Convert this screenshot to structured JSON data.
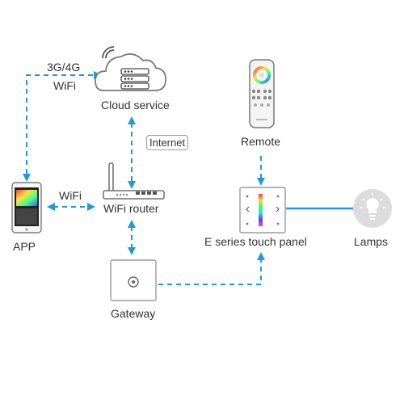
{
  "labels": {
    "cloud": "Cloud service",
    "remote": "Remote",
    "router": "WiFi router",
    "app": "APP",
    "panel": "E series touch panel",
    "lamps": "Lamps",
    "gateway": "Gateway",
    "link_mobile": "3G/4G",
    "link_wifi_top": "WiFi",
    "link_wifi_left": "WiFi",
    "internet": "Internet"
  },
  "colors": {
    "link": "#1f9ad6",
    "device_stroke": "#8a8a8a",
    "text": "#333333"
  },
  "icons": {
    "cloud": "cloud-server-icon",
    "remote": "rgb-remote-icon",
    "router": "router-icon",
    "app": "smartphone-icon",
    "panel": "touch-panel-icon",
    "lamp": "lightbulb-icon",
    "gateway": "gateway-icon"
  }
}
